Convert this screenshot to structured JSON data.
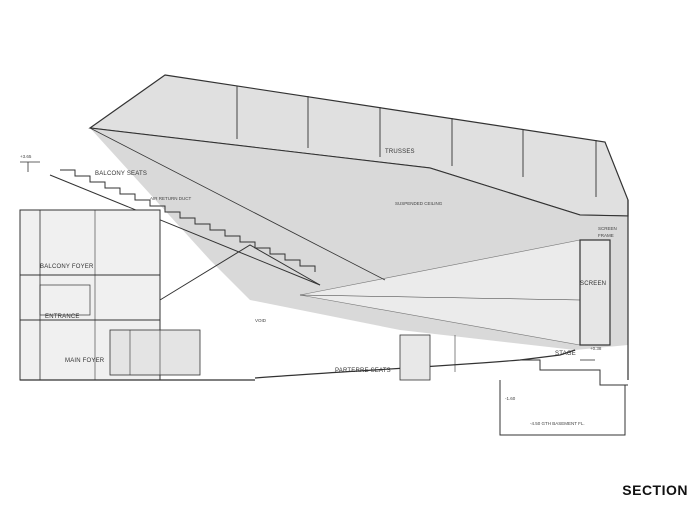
{
  "caption": "SECTION",
  "labels": {
    "balcony_seats": "BALCONY SEATS",
    "air_return_duct": "AIR RETURN DUCT",
    "trusses": "TRUSSES",
    "suspended_ceiling": "SUSPENDED CEILING",
    "screen_frame_1": "SCREEN",
    "screen_frame_2": "FRAME",
    "screen": "SCREEN",
    "balcony_foyer": "BALCONY FOYER",
    "entrance": "ENTRANCE",
    "main_foyer": "MAIN FOYER",
    "parterre_seats": "PARTERRE SEATS",
    "stage": "STAGE",
    "void": "VOID",
    "level_top": "+3.65",
    "level_stage": "+0.38",
    "level_pit": "-1.60",
    "level_basement": "-4.50 GTH BASEMENT FL."
  }
}
